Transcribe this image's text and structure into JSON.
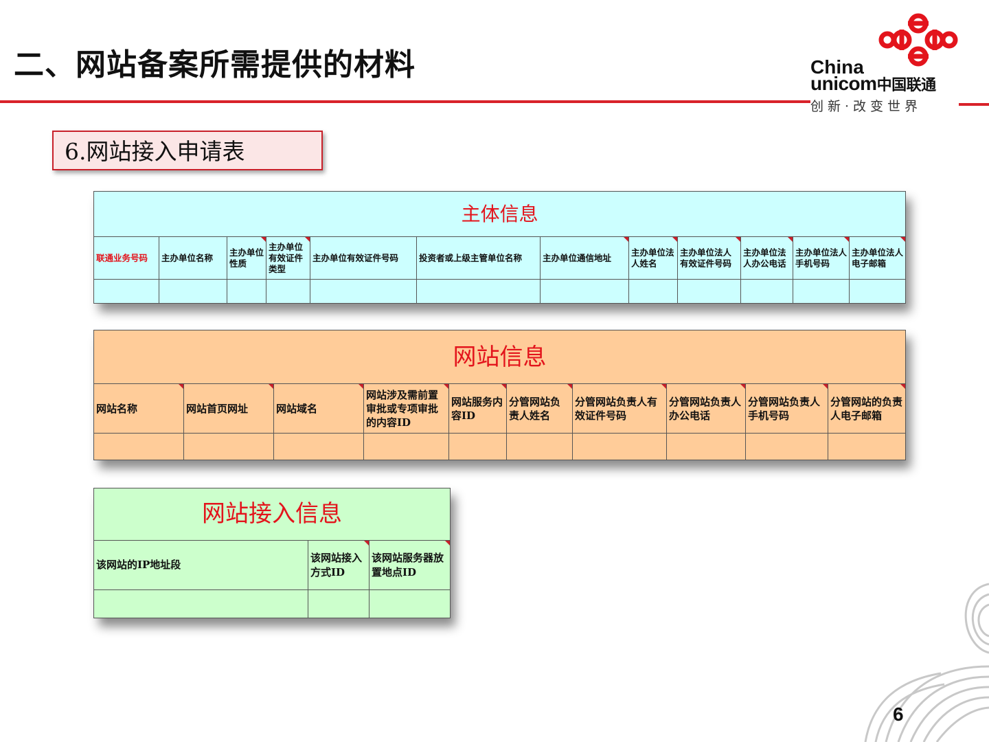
{
  "slide": {
    "title": "二、网站备案所需提供的材料",
    "subtitle": "6.网站接入申请表",
    "page_number": "6"
  },
  "logo": {
    "china": "China",
    "unicom": "unicom",
    "unicom_cn": "中国联通",
    "slogan": "创新·改变世界",
    "colors": {
      "mark": "#e3141c",
      "line": "#d9222a"
    }
  },
  "subject_info": {
    "title": "主体信息",
    "columns": [
      "联通业务号码",
      "主办单位名称",
      "主办单位性质",
      "主办单位有效证件类型",
      "主办单位有效证件号码",
      "投资者或上级主管单位名称",
      "主办单位通信地址",
      "主办单位法人姓名",
      "主办单位法人有效证件号码",
      "主办单位法人办公电话",
      "主办单位法人手机号码",
      "主办单位法人电子邮箱"
    ],
    "background": "#ccffff"
  },
  "website_info": {
    "title": "网站信息",
    "columns": [
      "网站名称",
      "网站首页网址",
      "网站域名",
      "网站涉及需前置审批或专项审批的内容ID",
      "网站服务内容ID",
      "分管网站负责人姓名",
      "分管网站负责人有效证件号码",
      "分管网站负责人办公电话",
      "分管网站负责人手机号码",
      "分管网站的负责人电子邮箱"
    ],
    "background": "#ffcc99"
  },
  "access_info": {
    "title": "网站接入信息",
    "columns": [
      "该网站的IP地址段",
      "该网站接入方式ID",
      "该网站服务器放置地点ID"
    ],
    "background": "#ccffcc"
  }
}
